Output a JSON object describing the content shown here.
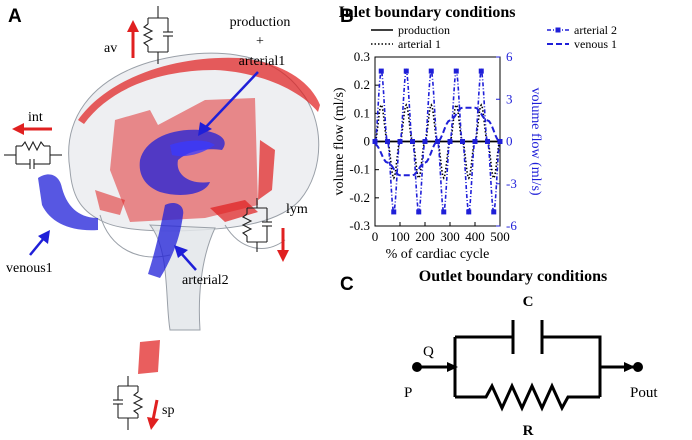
{
  "panels": {
    "a": {
      "letter": "A",
      "labels": {
        "production": "production",
        "plus": "+",
        "arterial1": "arterial1",
        "av": "av",
        "int": "int",
        "lym": "lym",
        "venous1": "venous1",
        "arterial2": "arterial2",
        "sp": "sp"
      }
    },
    "b": {
      "letter": "B"
    },
    "c": {
      "letter": "C",
      "title": "Outlet boundary conditions",
      "labels": {
        "C": "C",
        "Q": "Q",
        "P": "P",
        "Pout": "Pout",
        "R": "R"
      }
    }
  },
  "colors": {
    "blue": "#1f1fd8",
    "red": "#e02020",
    "black": "#000000"
  },
  "chart_data": {
    "type": "line",
    "title": "Inlet boundary conditions",
    "xlabel": "% of cardiac cycle",
    "ylabel": "volume flow (ml/s)",
    "y2label": "volume flow (ml/s)",
    "xlim": [
      0,
      500
    ],
    "ylim": [
      -0.3,
      0.3
    ],
    "y2lim": [
      -6,
      6
    ],
    "xticks": [
      "0",
      "100",
      "200",
      "300",
      "400",
      "500"
    ],
    "yticks": [
      "-0.3",
      "-0.2",
      "-0.1",
      "0",
      "0.1",
      "0.2",
      "0.3"
    ],
    "y2ticks": [
      "-6",
      "-3",
      "0",
      "3",
      "6"
    ],
    "legend": [
      "production",
      "arterial 1",
      "arterial 2",
      "venous 1"
    ],
    "series": [
      {
        "name": "production",
        "axis": "left",
        "style": "solid",
        "color": "#000000",
        "x": [
          0,
          500
        ],
        "y": [
          0,
          0
        ]
      },
      {
        "name": "arterial 1",
        "axis": "left",
        "style": "dotted",
        "color": "#000000",
        "x": [
          0,
          25,
          50,
          75,
          100,
          125,
          150,
          175,
          200,
          225,
          250,
          275,
          300,
          325,
          350,
          375,
          400,
          425,
          450,
          475,
          500
        ],
        "y": [
          0,
          0.13,
          0,
          -0.13,
          0,
          0.13,
          0,
          -0.13,
          0,
          0.13,
          0,
          -0.13,
          0,
          0.13,
          0,
          -0.13,
          0,
          0.13,
          0,
          -0.13,
          0
        ]
      },
      {
        "name": "arterial 2",
        "axis": "right",
        "style": "dash-dot-marker",
        "color": "#1f1fd8",
        "x": [
          0,
          25,
          50,
          75,
          100,
          125,
          150,
          175,
          200,
          225,
          250,
          275,
          300,
          325,
          350,
          375,
          400,
          425,
          450,
          475,
          500
        ],
        "y": [
          0,
          5,
          0,
          -5,
          0,
          5,
          0,
          -5,
          0,
          5,
          0,
          -5,
          0,
          5,
          0,
          -5,
          0,
          5,
          0,
          -5,
          0
        ]
      },
      {
        "name": "venous 1",
        "axis": "right",
        "style": "dashed",
        "color": "#1f1fd8",
        "x": [
          0,
          50,
          100,
          150,
          200,
          250,
          300,
          350,
          400,
          450,
          500
        ],
        "y": [
          -0.2,
          -1.5,
          -2.4,
          -2.4,
          -1.5,
          0,
          1.5,
          2.4,
          2.4,
          1.5,
          0
        ]
      }
    ]
  }
}
